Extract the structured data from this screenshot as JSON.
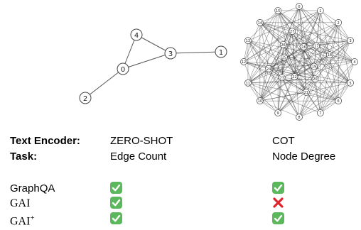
{
  "graphs": {
    "small": {
      "nodes": [
        "0",
        "1",
        "2",
        "3",
        "4"
      ],
      "edges": [
        [
          "0",
          "2"
        ],
        [
          "0",
          "3"
        ],
        [
          "0",
          "4"
        ],
        [
          "3",
          "4"
        ],
        [
          "3",
          "1"
        ]
      ]
    },
    "large": {
      "nodes": [
        "0",
        "1",
        "2",
        "3",
        "4",
        "5",
        "6",
        "7",
        "8",
        "9",
        "10",
        "11",
        "12",
        "13",
        "14",
        "15",
        "16",
        "17",
        "18",
        "19",
        "20",
        "21",
        "22",
        "23",
        "24",
        "25",
        "26",
        "27"
      ]
    }
  },
  "table": {
    "text_encoder_label": "Text Encoder:",
    "task_label": "Task:",
    "col1": {
      "encoder": "ZERO-SHOT",
      "task": "Edge Count"
    },
    "col2": {
      "encoder": "COT",
      "task": "Node Degree"
    },
    "rows": [
      {
        "method": "GraphQA",
        "col1": "check",
        "col2": "check"
      },
      {
        "method": "GAI",
        "col1": "check",
        "col2": "cross"
      },
      {
        "method": "GAI",
        "method_sup": "+",
        "col1": "check",
        "col2": "check"
      }
    ]
  },
  "colors": {
    "check_bg": "#5cb85c",
    "cross": "#e0242b"
  }
}
